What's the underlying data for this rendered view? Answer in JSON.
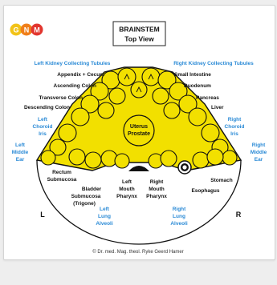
{
  "logo": {
    "letters": [
      "G",
      "N",
      "M"
    ],
    "colors": [
      "#f2c318",
      "#f07f1a",
      "#e2362f"
    ]
  },
  "title": {
    "line1": "BRAINSTEM",
    "line2": "Top View"
  },
  "top_labels": {
    "left": "Left Kidney Collecting Tubules",
    "right": "Right Kidney Collecting Tubules"
  },
  "left_labels": {
    "appendix": "Appendix + Cecum",
    "ascending_colon": "Ascending Colon",
    "transverse_colon": "Transverse Colon",
    "descending_colon": "Descending Colon"
  },
  "right_labels": {
    "small_intestine": "Small Intestine",
    "duodenum": "Duodenum",
    "pancreas": "Pancreas",
    "liver": "Liver"
  },
  "side_labels": {
    "left_choroid_iris": [
      "Left",
      "Choroid",
      "Iris"
    ],
    "right_choroid_iris": [
      "Right",
      "Choroid",
      "Iris"
    ],
    "left_middle_ear": [
      "Left",
      "Middle",
      "Ear"
    ],
    "right_middle_ear": [
      "Right",
      "Middle",
      "Ear"
    ]
  },
  "center": {
    "line1": "Uterus",
    "line2": "Prostate"
  },
  "bottom_labels": {
    "rectum": [
      "Rectum",
      "Submucosa"
    ],
    "bladder": [
      "Bladder",
      "Submucosa",
      "(Trigone)"
    ],
    "left_pharynx": [
      "Left",
      "Mouth",
      "Pharynx"
    ],
    "right_pharynx": [
      "Right",
      "Mouth",
      "Pharynx"
    ],
    "stomach": "Stomach",
    "esophagus": "Esophagus",
    "left_lung": [
      "Left",
      "Lung",
      "Alveoli"
    ],
    "right_lung": [
      "Right",
      "Lung",
      "Alveoli"
    ]
  },
  "side_letters": {
    "left": "L",
    "right": "R"
  },
  "copyright": "© Dr. med. Mag. theol. Ryke Geerd Hamer",
  "colors": {
    "yellow": "#f2e000",
    "label_blue": "#2a8ad6",
    "ink": "#111111"
  }
}
